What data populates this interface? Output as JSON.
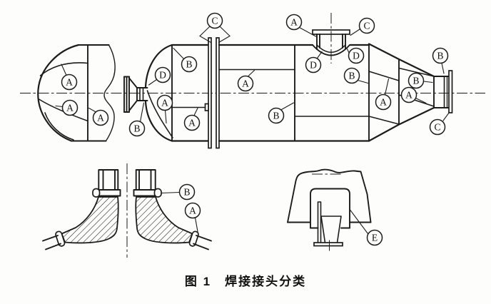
{
  "figure": {
    "caption": "图 1　焊接接头分类"
  },
  "joint_categories": [
    "A",
    "B",
    "C",
    "D",
    "E"
  ],
  "labels": [
    {
      "letter": "A"
    },
    {
      "letter": "A"
    },
    {
      "letter": "A"
    },
    {
      "letter": "B"
    },
    {
      "letter": "D"
    },
    {
      "letter": "B"
    },
    {
      "letter": "A"
    },
    {
      "letter": "A"
    },
    {
      "letter": "C"
    },
    {
      "letter": "A"
    },
    {
      "letter": "B"
    },
    {
      "letter": "A"
    },
    {
      "letter": "C"
    },
    {
      "letter": "D"
    },
    {
      "letter": "D"
    },
    {
      "letter": "B"
    },
    {
      "letter": "A"
    },
    {
      "letter": "A"
    },
    {
      "letter": "B"
    },
    {
      "letter": "B"
    },
    {
      "letter": "C"
    },
    {
      "letter": "B"
    },
    {
      "letter": "A"
    },
    {
      "letter": "E"
    }
  ],
  "colors": {
    "ink": "#1c1c1c",
    "paper": "#fdfdfb"
  }
}
